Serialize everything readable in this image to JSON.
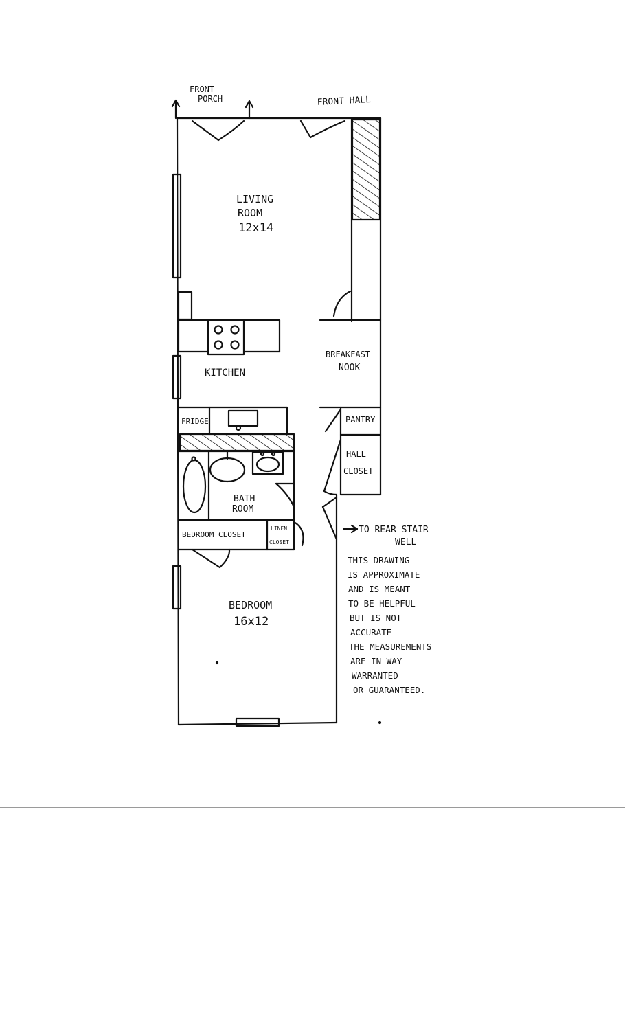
{
  "labels": {
    "front_porch_1": "FRONT",
    "front_porch_2": "PORCH",
    "front_hall": "FRONT HALL",
    "living_1": "LIVING",
    "living_2": "ROOM",
    "living_3": "12x14",
    "kitchen": "KITCHEN",
    "breakfast_1": "BREAKFAST",
    "breakfast_2": "NOOK",
    "fridge": "FRIDGE",
    "pantry": "PANTRY",
    "hall_closet_1": "HALL",
    "hall_closet_2": "CLOSET",
    "bath_1": "BATH",
    "bath_2": "ROOM",
    "bedroom_closet": "BEDROOM CLOSET",
    "linen_1": "LINEN",
    "linen_2": "CLOSET",
    "rear_stair_1": "TO REAR STAIR",
    "rear_stair_2": "WELL",
    "bedroom_1": "BEDROOM",
    "bedroom_2": "16x12"
  },
  "disclaimer": [
    "THIS DRAWING",
    "IS APPROXIMATE",
    "AND IS MEANT",
    "TO BE HELPFUL",
    "BUT IS NOT",
    "ACCURATE",
    "THE MEASUREMENTS",
    "ARE IN WAY",
    "WARRANTED",
    "OR GUARANTEED."
  ]
}
